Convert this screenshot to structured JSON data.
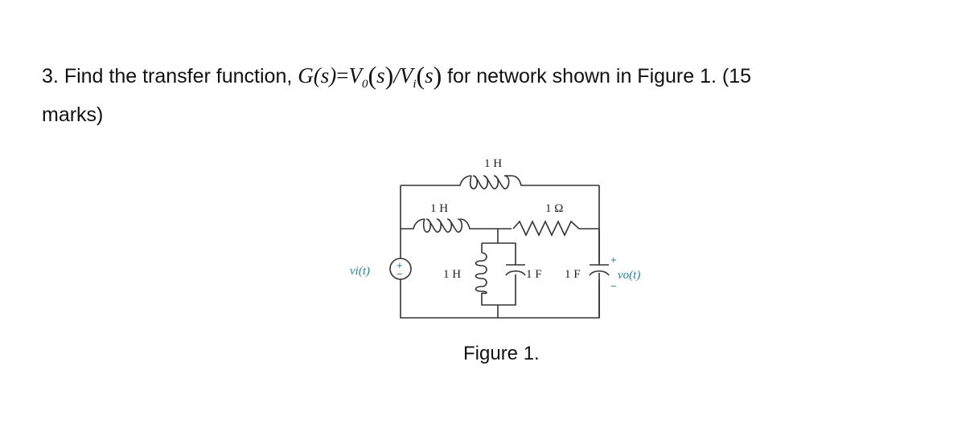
{
  "question": {
    "number": "3.",
    "prefix": "Find the transfer function,",
    "formula": {
      "lhs": "G(s)",
      "equals": "=",
      "numerator_symbol": "V",
      "numerator_subscript": "0",
      "arg_open": "(",
      "arg": "s",
      "arg_close": ")",
      "divide": "/",
      "denominator_symbol": "V",
      "denominator_subscript": "i"
    },
    "suffix": "for network shown in Figure 1. (15",
    "continuation": "marks)"
  },
  "figure": {
    "caption": "Figure 1.",
    "components": {
      "top_inductor": "1 H",
      "series_inductor": "1 H",
      "resistor": "1 Ω",
      "shunt_inductor": "1 H",
      "shunt_capacitor": "1 F",
      "output_capacitor": "1 F"
    },
    "source_label": "vi(t)",
    "output_label": "vo(t)",
    "source_sign_plus": "+",
    "source_sign_minus": "−",
    "output_plus": "+",
    "output_minus": "−",
    "accent_color": "#2a7fa0"
  }
}
